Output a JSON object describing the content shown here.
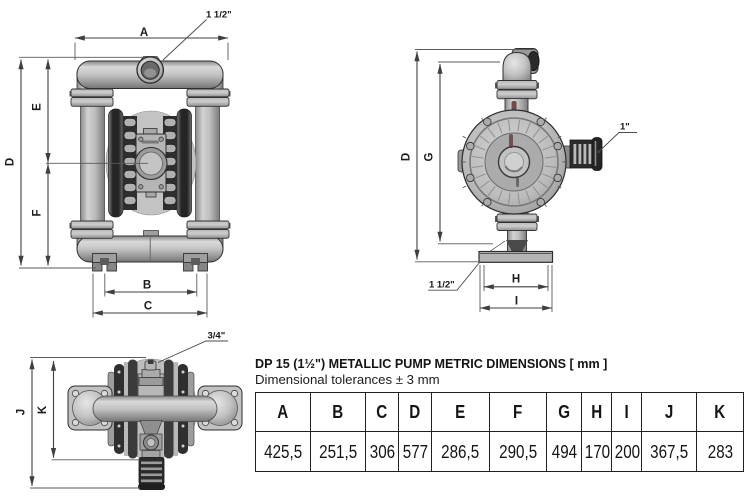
{
  "background_color": "#ffffff",
  "line_color": "#4a4a4a",
  "front_view": {
    "port_size_label": "1 1/2\"",
    "dim_width": "A",
    "dim_top_to_center": "E",
    "dim_total_height": "D",
    "dim_center_to_base": "F",
    "dim_feet_span_inner": "B",
    "dim_feet_span_outer": "C"
  },
  "side_view": {
    "outlet_size_label": "1\"",
    "inlet_size_label": "1 1/2\"",
    "dim_total_height": "D",
    "dim_body_height": "G",
    "dim_base_slot_span": "H",
    "dim_base_width": "I"
  },
  "top_view": {
    "air_port_label": "3/4\"",
    "dim_depth_outer": "J",
    "dim_depth_inner": "K"
  },
  "table": {
    "title": "DP 15 (1½\") METALLIC PUMP METRIC DIMENSIONS [ mm ]",
    "subtitle": "Dimensional tolerances ± 3 mm",
    "headers": [
      "A",
      "B",
      "C",
      "D",
      "E",
      "F",
      "G",
      "H",
      "I",
      "J",
      "K"
    ],
    "values": [
      "425,5",
      "251,5",
      "306",
      "577",
      "286,5",
      "290,5",
      "494",
      "170",
      "200",
      "367,5",
      "283"
    ]
  }
}
